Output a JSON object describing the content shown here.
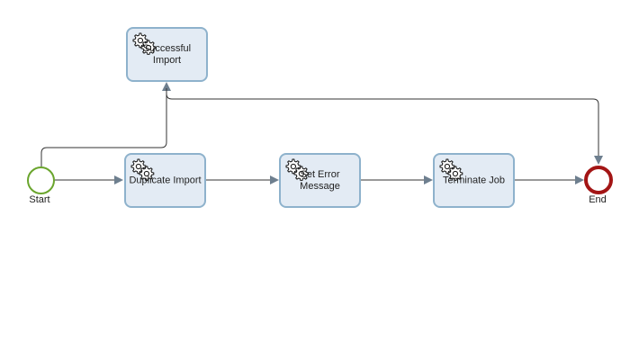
{
  "diagram": {
    "events": {
      "start": {
        "label": "Start",
        "color": "#6aa52d"
      },
      "end": {
        "label": "End",
        "color": "#a31515"
      }
    },
    "tasks": {
      "successful_import": {
        "line1": "Successful Import",
        "line2": "",
        "icon": "gear-icon"
      },
      "duplicate_import": {
        "line1": "Duplicate Import",
        "line2": "",
        "icon": "gear-icon"
      },
      "set_error_message": {
        "line1": "Set Error",
        "line2": "Message",
        "icon": "gear-icon"
      },
      "terminate_job": {
        "line1": "Terminate Job",
        "line2": "",
        "icon": "gear-icon"
      }
    },
    "colors": {
      "task_fill": "#e3ebf4",
      "task_border": "#8eb2cc",
      "flow_line": "#333333",
      "arrow_head": "#6e7f8f"
    }
  }
}
